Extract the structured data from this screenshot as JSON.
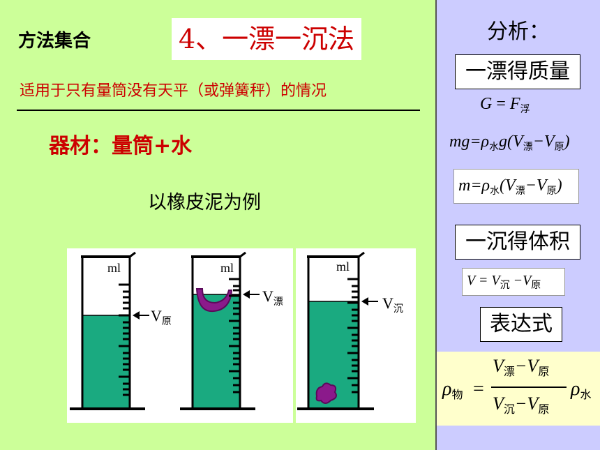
{
  "slide": {
    "method_set_label": "方法集合",
    "title": "4、一漂一沉法",
    "subtitle": "适用于只有量筒没有天平（或弹簧秤）的情况",
    "equipment": "器材：量筒+水",
    "example": "以橡皮泥为例"
  },
  "cylinders": [
    {
      "unit": "ml",
      "label_main": "V",
      "label_sub": "原"
    },
    {
      "unit": "ml",
      "label_main": "V",
      "label_sub": "漂"
    },
    {
      "unit": "ml",
      "label_main": "V",
      "label_sub": "沉"
    }
  ],
  "analysis": {
    "heading": "分析：",
    "float_box": "一漂得质量",
    "eq1": {
      "lhs": "G",
      "eq": "=",
      "rhs": "F",
      "rhs_sub": "浮"
    },
    "eq2": {
      "a": "mg=ρ",
      "a_sub": "水",
      "b": "g(V",
      "b_sub": "漂",
      "c": "−V",
      "c_sub": "原",
      "d": ")"
    },
    "eq3": {
      "a": "m=ρ",
      "a_sub": "水",
      "b": "(V",
      "b_sub": "漂",
      "c": "−V",
      "c_sub": "原",
      "d": ")"
    },
    "sink_box": "一沉得体积",
    "eq4": {
      "a": "V = V",
      "a_sub": "沉",
      "b": " −V",
      "b_sub": "原"
    },
    "expr_box": "表达式",
    "final": {
      "rho": "ρ",
      "rho_sub": "物",
      "equals": "=",
      "num_a": "V",
      "num_a_sub": "漂",
      "num_b": "−V",
      "num_b_sub": "原",
      "den_a": "V",
      "den_a_sub": "沉",
      "den_b": "−V",
      "den_b_sub": "原",
      "rho2": "ρ",
      "rho2_sub": "水"
    }
  },
  "colors": {
    "background": "#ccff99",
    "sidebar": "#ccccff",
    "water": "#1aaa80",
    "clay": "#8b1a8b",
    "accent": "#cc0000"
  }
}
